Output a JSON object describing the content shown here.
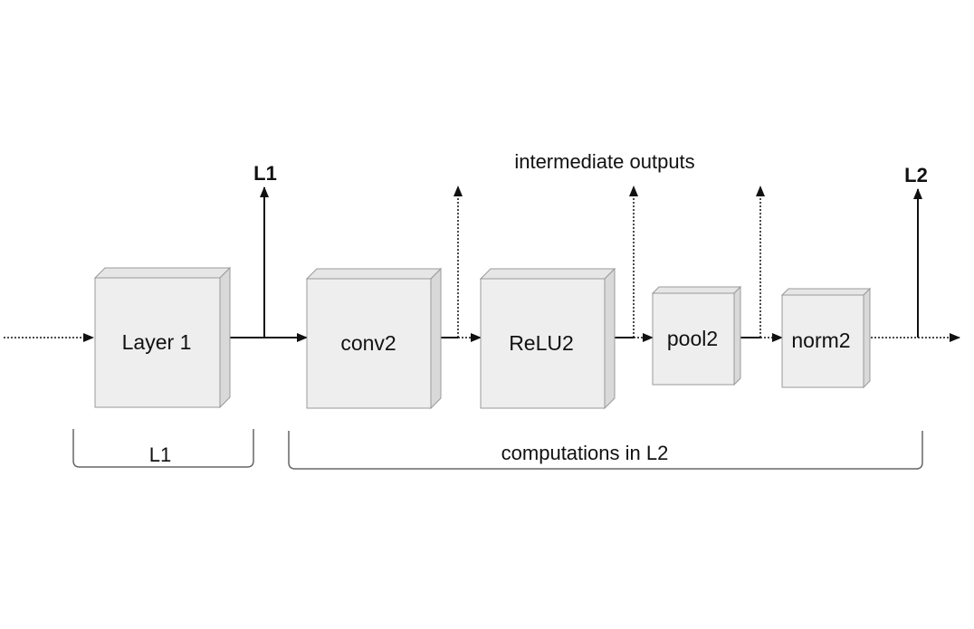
{
  "caption": "intermediate outputs",
  "outputs": {
    "l1": "L1",
    "l2": "L2"
  },
  "boxes": [
    {
      "id": "layer1",
      "label": "Layer 1"
    },
    {
      "id": "conv2",
      "label": "conv2"
    },
    {
      "id": "relu2",
      "label": "ReLU2"
    },
    {
      "id": "pool2",
      "label": "pool2"
    },
    {
      "id": "norm2",
      "label": "norm2"
    }
  ],
  "brackets": {
    "l1": "L1",
    "l2": "computations in L2"
  },
  "colors": {
    "box_front": "#eeeeee",
    "box_side": "#d9d9d9",
    "box_top": "#e6e6e6",
    "box_stroke": "#999999",
    "line": "#111111",
    "bracket": "#666666"
  }
}
